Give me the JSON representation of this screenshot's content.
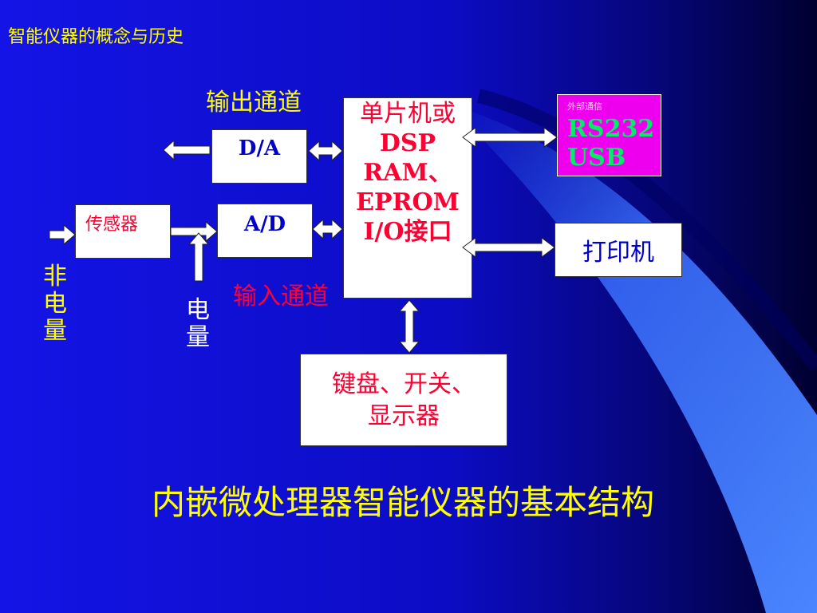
{
  "slide": {
    "title": "智能仪器的概念与历史",
    "caption": "内嵌微处理器智能仪器的基本结构"
  },
  "labels": {
    "output_channel": "输出通道",
    "input_channel": "输入通道",
    "non_electric": [
      "非",
      "电",
      "量"
    ],
    "electric": [
      "电",
      "量"
    ]
  },
  "blocks": {
    "da": "D/A",
    "ad": "A/D",
    "sensor": "传感器",
    "mcu_lines": [
      "单片机或",
      "DSP",
      "RAM、",
      "EPROM",
      "I/O接口"
    ],
    "external": {
      "small_label": "外部通信",
      "rs232": "RS232",
      "usb": "USB"
    },
    "printer": "打印机",
    "keyboard_lines": [
      "键盘、开关、",
      "显示器"
    ]
  },
  "colors": {
    "background_main": "#1010e0",
    "background_dark": "#000050",
    "title_yellow": "#ffff00",
    "label_red": "#ff0033",
    "block_navy": "#0000c8",
    "external_magenta": "#ee00ee",
    "external_text_green": "#00ee66"
  }
}
